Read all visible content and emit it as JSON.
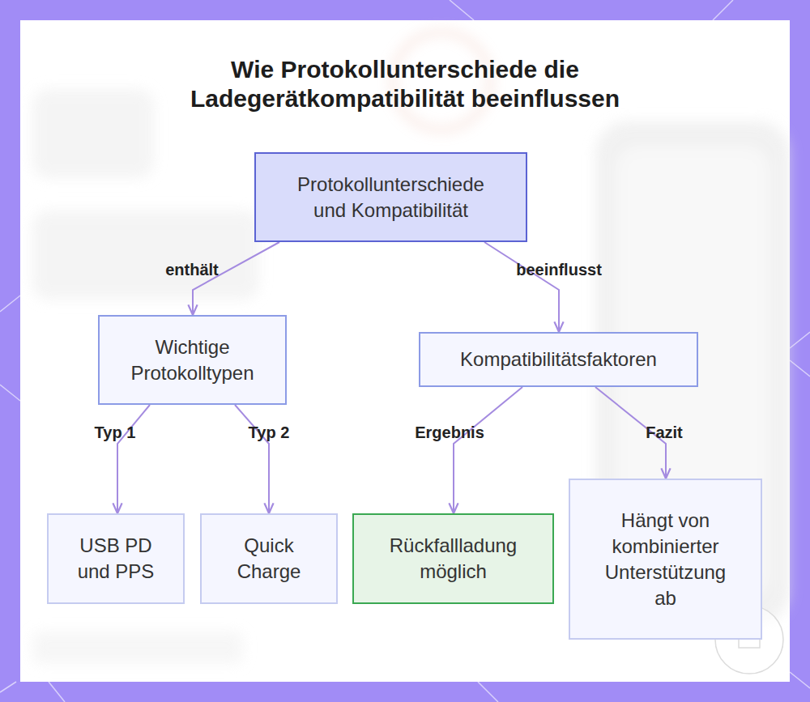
{
  "diagram": {
    "title": "Wie Protokollunterschiede die Ladegerätkompatibilität beeinflussen",
    "nodes": [
      {
        "text": [
          "Protokollunterschiede und Kompatibilität"
        ]
      },
      {
        "text": [
          "Wichtige Protokolltypen"
        ]
      },
      {
        "text": [
          "Kompatibilitätsfaktoren"
        ]
      },
      {
        "text": [
          "USB PD und PPS"
        ]
      },
      {
        "text": [
          "Quick Charge"
        ]
      },
      {
        "text": [
          "Rückfallladung möglich"
        ]
      },
      {
        "text": [
          "Hängt von kombinierter Unterstützung ab"
        ]
      }
    ],
    "edges": [
      {
        "from": 0,
        "to": 1,
        "label": "enthält",
        "arrow": "to"
      },
      {
        "from": 0,
        "to": 2,
        "label": "beeinflusst",
        "arrow": "to"
      },
      {
        "from": 1,
        "to": 3,
        "label": "Typ 1",
        "arrow": "to"
      },
      {
        "from": 1,
        "to": 4,
        "label": "Typ 2",
        "arrow": "to"
      },
      {
        "from": 2,
        "to": 5,
        "label": "Ergebnis",
        "arrow": "to"
      },
      {
        "from": 2,
        "to": 6,
        "label": "Fazit",
        "arrow": "to"
      }
    ]
  }
}
